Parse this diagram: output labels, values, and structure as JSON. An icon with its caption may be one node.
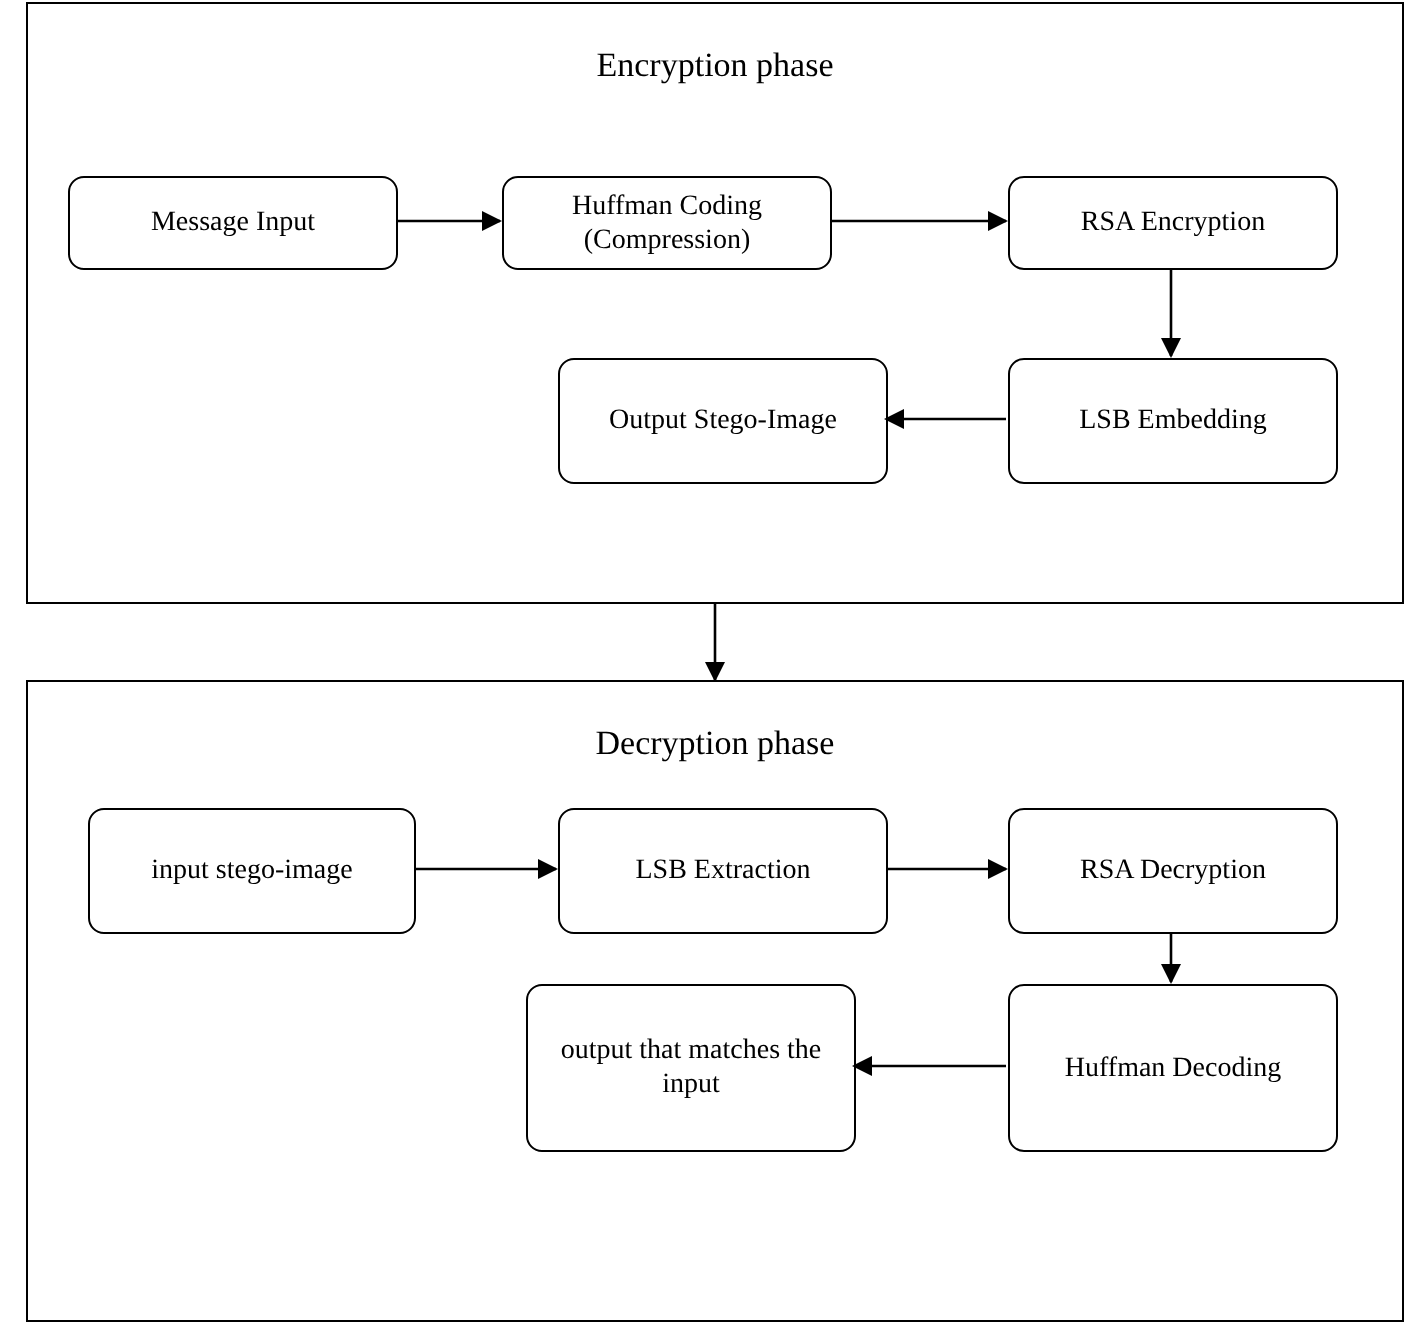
{
  "diagram": {
    "nodes": [
      {
        "text": [
          "Encryption phase"
        ]
      },
      {
        "text": [
          "Message Input"
        ],
        "in": 0
      },
      {
        "text": [
          "Huffman Coding (Compression)"
        ],
        "in": 0
      },
      {
        "text": [
          "RSA Encryption"
        ],
        "in": 0
      },
      {
        "text": [
          "LSB Embedding"
        ],
        "in": 0
      },
      {
        "text": [
          "Output Stego-Image"
        ],
        "in": 0
      },
      {
        "text": [
          "Decryption phase"
        ]
      },
      {
        "text": [
          "input stego-image"
        ],
        "in": 6
      },
      {
        "text": [
          "LSB Extraction"
        ],
        "in": 6
      },
      {
        "text": [
          "RSA Decryption"
        ],
        "in": 6
      },
      {
        "text": [
          "Huffman Decoding"
        ],
        "in": 6
      },
      {
        "text": [
          "output that matches the input"
        ],
        "in": 6
      }
    ],
    "edges": [
      {
        "from": 1,
        "to": 2,
        "arrow": "to"
      },
      {
        "from": 2,
        "to": 3,
        "arrow": "to"
      },
      {
        "from": 3,
        "to": 4,
        "arrow": "to"
      },
      {
        "from": 4,
        "to": 5,
        "arrow": "to"
      },
      {
        "from": 0,
        "to": 6,
        "arrow": "to"
      },
      {
        "from": 7,
        "to": 8,
        "arrow": "to"
      },
      {
        "from": 8,
        "to": 9,
        "arrow": "to"
      },
      {
        "from": 9,
        "to": 10,
        "arrow": "to"
      },
      {
        "from": 10,
        "to": 11,
        "arrow": "to"
      }
    ]
  }
}
